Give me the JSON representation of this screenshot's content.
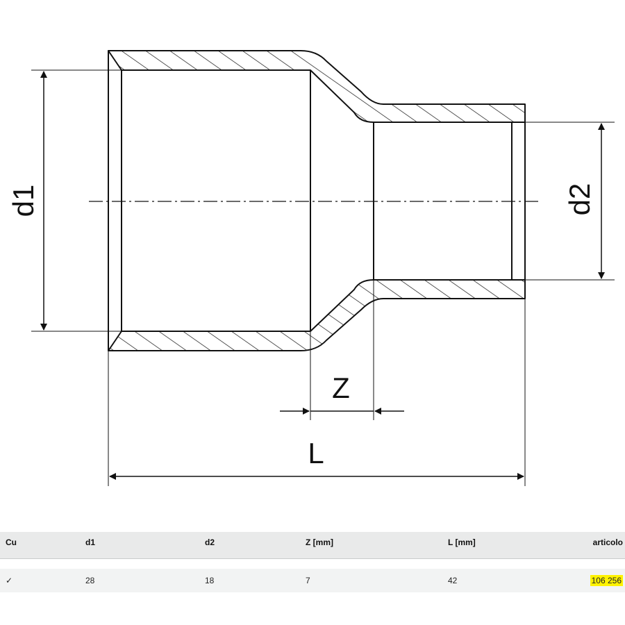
{
  "drawing": {
    "labels": {
      "d1": "d1",
      "d2": "d2",
      "z": "Z",
      "l": "L"
    }
  },
  "table": {
    "headers": [
      "Cu",
      "d1",
      "d2",
      "Z [mm]",
      "L [mm]",
      "articolo"
    ],
    "row": {
      "check": "✓",
      "d1": "28",
      "d2": "18",
      "z": "7",
      "l": "42",
      "articolo": "106 256"
    },
    "highlight_color": "#fff200"
  }
}
